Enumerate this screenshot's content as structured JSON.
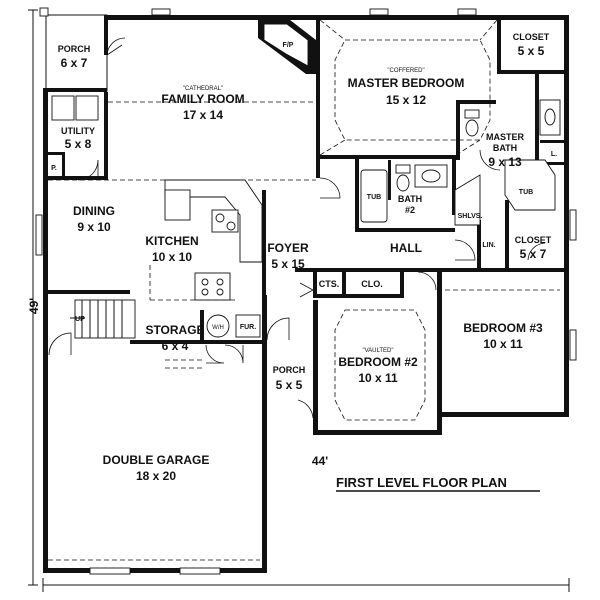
{
  "title": "FIRST LEVEL FLOOR PLAN",
  "dimensions": {
    "width": "44'",
    "depth": "49'"
  },
  "rooms": {
    "porch_rear": {
      "name": "PORCH",
      "size": "6 x 7"
    },
    "family_room": {
      "qualifier": "\"CATHEDRAL\"",
      "name": "FAMILY ROOM",
      "size": "17 x 14"
    },
    "fireplace": {
      "name": "F/P"
    },
    "master_bedroom": {
      "qualifier": "\"COFFERED\"",
      "name": "MASTER BEDROOM",
      "size": "15 x 12"
    },
    "closet_master": {
      "name": "CLOSET",
      "size": "5 x 5"
    },
    "utility": {
      "name": "UTILITY",
      "size": "5 x 8"
    },
    "pantry": {
      "name": "P."
    },
    "master_bath": {
      "line1": "MASTER",
      "line2": "BATH",
      "size": "9 x 13"
    },
    "linen_master": {
      "name": "L."
    },
    "tub_bath2": {
      "name": "TUB"
    },
    "tub_master": {
      "name": "TUB"
    },
    "bath2": {
      "line1": "BATH",
      "line2": "#2"
    },
    "shelves": {
      "name": "SHLVS."
    },
    "dining": {
      "name": "DINING",
      "size": "9 x 10"
    },
    "kitchen": {
      "name": "KITCHEN",
      "size": "10 x 10"
    },
    "foyer": {
      "name": "FOYER",
      "size": "5 x 15"
    },
    "hall": {
      "name": "HALL"
    },
    "linen_hall": {
      "name": "LIN."
    },
    "closet_hall": {
      "name": "CLOSET",
      "size": "5 x 7"
    },
    "coats": {
      "name": "CTS."
    },
    "closet_small": {
      "name": "CLO."
    },
    "storage": {
      "name": "STORAGE",
      "size": "6 x 4"
    },
    "water_heater": {
      "name": "W/H"
    },
    "furnace": {
      "name": "FUR."
    },
    "stairs": {
      "name": "UP"
    },
    "bedroom2": {
      "qualifier": "\"VAULTED\"",
      "name": "BEDROOM #2",
      "size": "10 x 11"
    },
    "bedroom3": {
      "name": "BEDROOM #3",
      "size": "10 x 11"
    },
    "porch_front": {
      "name": "PORCH",
      "size": "5 x 5"
    },
    "garage": {
      "name": "DOUBLE GARAGE",
      "size": "18 x 20"
    }
  }
}
